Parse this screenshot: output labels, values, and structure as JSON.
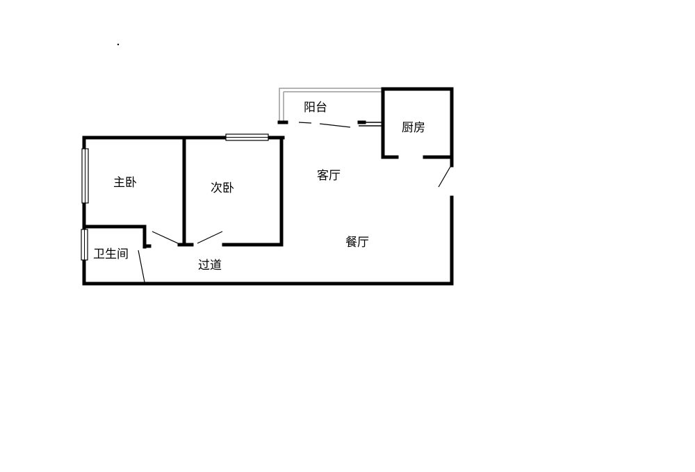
{
  "rooms": {
    "balcony": "阳台",
    "kitchen": "厨房",
    "living_room": "客厅",
    "master_bedroom": "主卧",
    "second_bedroom": "次卧",
    "dining_room": "餐厅",
    "bathroom": "卫生间",
    "corridor": "过道"
  },
  "colors": {
    "wall": "#000000",
    "balcony_rail": "#9a9a9a",
    "background": "#ffffff"
  }
}
